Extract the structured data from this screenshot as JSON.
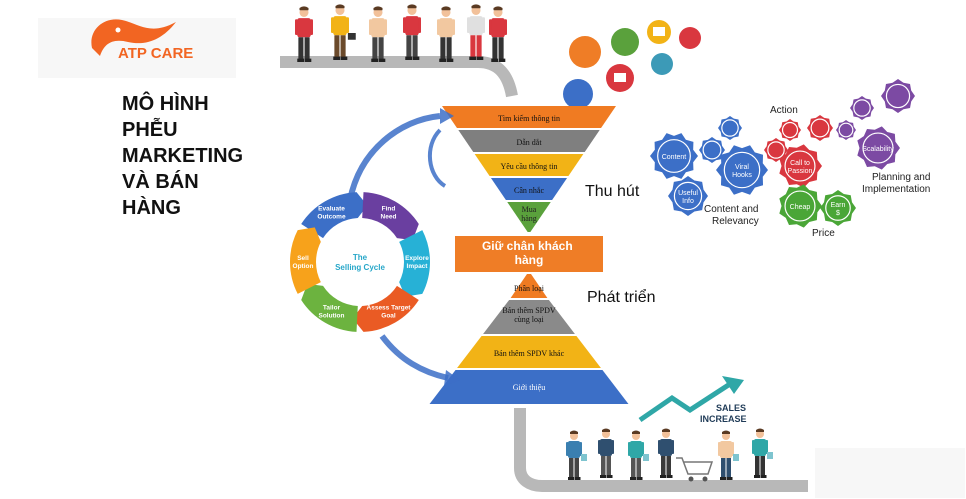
{
  "brand": {
    "name": "ATP CARE",
    "color": "#f26522"
  },
  "title_lines": [
    "MÔ HÌNH",
    "PHỄU",
    "MARKETING",
    "VÀ BÁN",
    "HÀNG"
  ],
  "funnel_top": {
    "layers": [
      {
        "label": "Tìm kiếm thông tin",
        "color": "#f07b22"
      },
      {
        "label": "Dẫn dắt",
        "color": "#7f7f7f"
      },
      {
        "label": "Yêu cầu thông tin",
        "color": "#f2b316"
      },
      {
        "label": "Cân nhắc",
        "color": "#3c6fc7"
      },
      {
        "label": "Mua hàng",
        "color": "#5aa13c"
      }
    ],
    "side_label": "Thu hút"
  },
  "retention": {
    "label": "Giữ chân khách hàng",
    "color": "#ef7d26"
  },
  "funnel_bottom": {
    "layers": [
      {
        "label": "Phân loại",
        "color": "#f07b22"
      },
      {
        "label": "Bán thêm SPDV cùng loại",
        "color": "#8a8a8a"
      },
      {
        "label": "Bán thêm SPDV khác",
        "color": "#f2b316"
      },
      {
        "label": "Giới thiệu",
        "color": "#3c6fc7"
      }
    ],
    "side_label": "Phát triển"
  },
  "selling_cycle": {
    "center": "The Selling Cycle",
    "segments": [
      {
        "label": "Evaluate Outcome",
        "color": "#3c6fc7"
      },
      {
        "label": "Find Need",
        "color": "#6a3fa0"
      },
      {
        "label": "Explore Impact",
        "color": "#27b1d6"
      },
      {
        "label": "Assess Target Goal",
        "color": "#ea5b24"
      },
      {
        "label": "Tailor Solution",
        "color": "#6cb33f"
      },
      {
        "label": "Sell Option",
        "color": "#f7a21b"
      }
    ]
  },
  "gears": {
    "items": [
      {
        "label": "Content",
        "color": "#3c6fc7"
      },
      {
        "label": "Useful Info",
        "color": "#3c6fc7"
      },
      {
        "label": "Viral Hooks",
        "color": "#3c6fc7"
      },
      {
        "label": "Call to Passion",
        "color": "#d9373f"
      },
      {
        "label": "Cheap",
        "color": "#4aa637"
      },
      {
        "label": "Earn $",
        "color": "#4aa637"
      },
      {
        "label": "Scalability",
        "color": "#7c4aa3"
      }
    ],
    "captions": [
      "Action",
      "Content and Relevancy",
      "Price",
      "Planning and Implementation"
    ]
  },
  "sales": {
    "label_line1": "SALES",
    "label_line2": "INCREASE"
  }
}
